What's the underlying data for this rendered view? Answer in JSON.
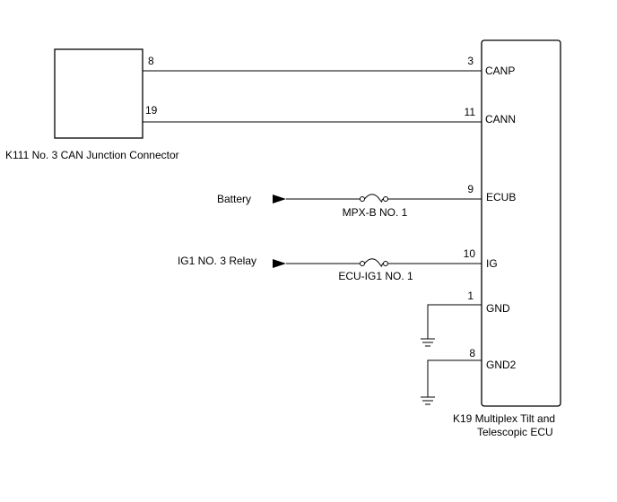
{
  "colors": {
    "line": "#000000",
    "background": "#ffffff"
  },
  "connector_label": "K111  No. 3 CAN Junction Connector",
  "ecu_label_line1": "K19  Multiplex Tilt and",
  "ecu_label_line2": "Telescopic ECU",
  "can_lines": [
    {
      "left_pin": "8",
      "ecu_pin": "3",
      "ecu_terminal": "CANP"
    },
    {
      "left_pin": "19",
      "ecu_pin": "11",
      "ecu_terminal": "CANN"
    }
  ],
  "power_lines": [
    {
      "source": "Battery",
      "fuse": "MPX-B NO. 1",
      "ecu_pin": "9",
      "ecu_terminal": "ECUB"
    },
    {
      "source": "IG1 NO. 3 Relay",
      "fuse": "ECU-IG1 NO. 1",
      "ecu_pin": "10",
      "ecu_terminal": "IG"
    }
  ],
  "ground_lines": [
    {
      "ecu_pin": "1",
      "ecu_terminal": "GND",
      "ground_icon": "ground-icon"
    },
    {
      "ecu_pin": "8",
      "ecu_terminal": "GND2",
      "ground_icon": "ground-icon"
    }
  ]
}
